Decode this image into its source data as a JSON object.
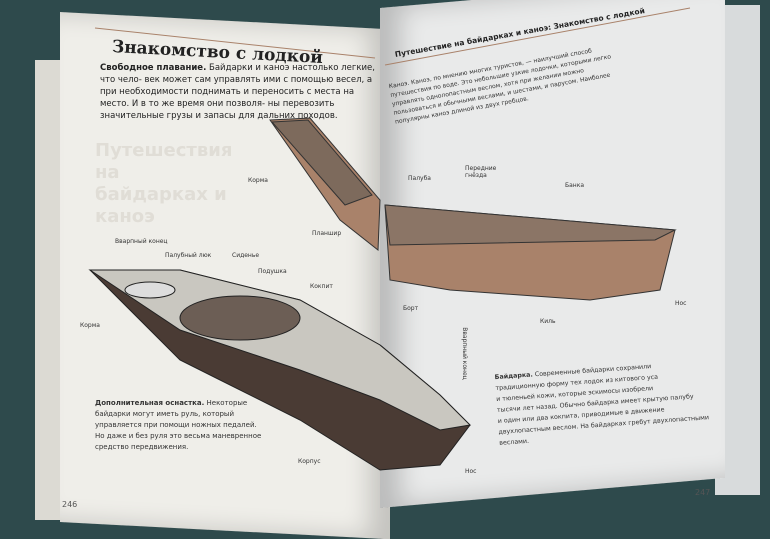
{
  "left_page": {
    "title": "Знакомство с лодкой",
    "intro_bold": "Свободное плавание.",
    "intro_lines": [
      "Байдарки и каноэ настолько легкие, что чело-",
      "век может сам управлять ими с помощью весел, а при необходимости",
      "поднимать и переносить с места на место. И в то же время они позволя-",
      "ны перевозить значительные грузы и запасы для дальних походов."
    ],
    "watermark": "Путешествия на байдарках и каноэ",
    "labels": [
      "Корма",
      "Планшир",
      "Вварпный конец",
      "Палубный люк",
      "Сиденье",
      "Подушка",
      "Кокпит",
      "Корма",
      "Вварпный конец",
      "Корпус",
      "Нос"
    ],
    "caption_bold": "Дополнительная оснастка.",
    "caption_lines": [
      "Некоторые",
      "байдарки могут иметь руль, который",
      "управляется при помощи ножных педалей.",
      "Но даже и без руля это весьма маневренное",
      "средство передвижения."
    ],
    "page_number": "246"
  },
  "right_page": {
    "running_head": "Путешествие на байдарках и каноэ: Знакомство с лодкой",
    "intro_lines": [
      "Каноэ. Каноэ, по мнению многих туристов, — наилучший способ",
      "путешествия по воде. Это небольшие узкие лодочки, которыми легко",
      "управлять однолопастным веслом, хотя при желании можно",
      "пользоваться и обычными веслами, и шестами, и парусом. Наиболее",
      "популярны каноэ длиной из двух гребцов."
    ],
    "labels": [
      "Палуба",
      "Передние гнёзда",
      "Банка",
      "Борт",
      "Киль",
      "Нос"
    ],
    "caption_bold": "Байдарка.",
    "caption_lines": [
      "Современные байдарки сохранили",
      "традиционную форму тех лодок из китового уса",
      "и тюленьей кожи, которые эскимосы изобрели",
      "тысячи лет назад. Обычно байдарка имеет крытую палубу",
      "и один или два кокпита, приводимые в движение",
      "двухлопастным веслом. На байдарках гребут двухлопастными",
      "веслами."
    ],
    "page_number": "247"
  },
  "colors": {
    "background": "#2e4a4c",
    "page": "#efeee9",
    "hull": "#a9826a",
    "deck": "#c9c7c0"
  }
}
